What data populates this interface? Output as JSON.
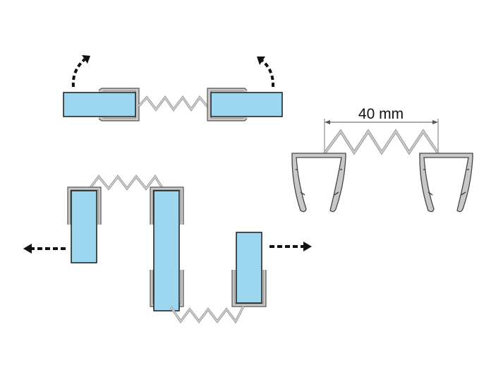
{
  "diagram": {
    "type": "technical-illustration",
    "subject": "Folding glass panel connector profiles with zigzag flexible hinge",
    "colors": {
      "glass_fill": "#9dd6ef",
      "glass_stroke": "#1a1a1a",
      "profile_fill": "#c8c8c8",
      "profile_stroke": "#555555",
      "arrow": "#111111",
      "dimension_line": "#555555",
      "background": "#ffffff"
    },
    "dimension": {
      "label": "40 mm",
      "value": 40,
      "unit": "mm"
    },
    "views": [
      {
        "id": "top-flat",
        "description": "Two glass panels joined flat by zigzag hinge, curved arrows showing folding upward",
        "arrows": [
          "curved-up-left",
          "curved-up-right"
        ]
      },
      {
        "id": "cross-section",
        "description": "Profile cross-section with two U-channel clips joined by zigzag, 40 mm span",
        "arrows": []
      },
      {
        "id": "bottom-folded",
        "description": "Three glass panels folded accordion-style, dashed arrows showing outward motion",
        "arrows": [
          "dashed-left",
          "dashed-right"
        ]
      }
    ]
  }
}
